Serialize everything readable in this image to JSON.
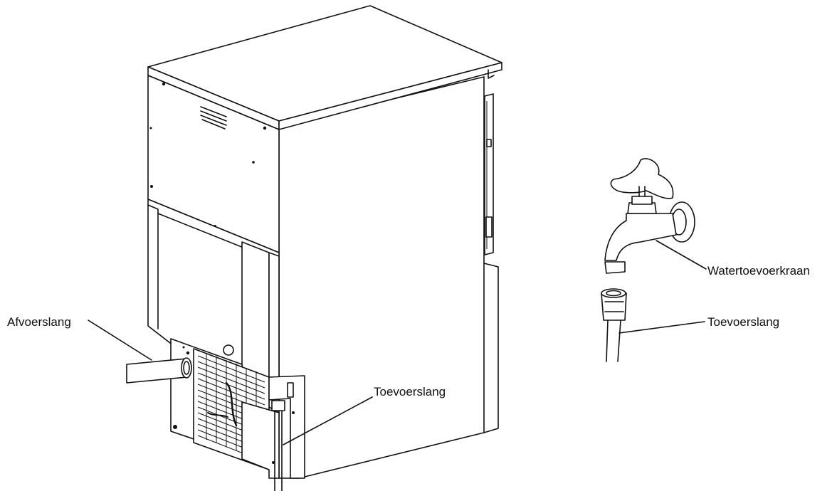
{
  "labels": {
    "drain_hose": "Afvoerslang",
    "supply_hose_machine": "Toevoerslang",
    "water_tap": "Watertoevoerkraan",
    "supply_hose_tap": "Toevoerslang"
  },
  "colors": {
    "line": "#111111",
    "background": "#ffffff"
  }
}
